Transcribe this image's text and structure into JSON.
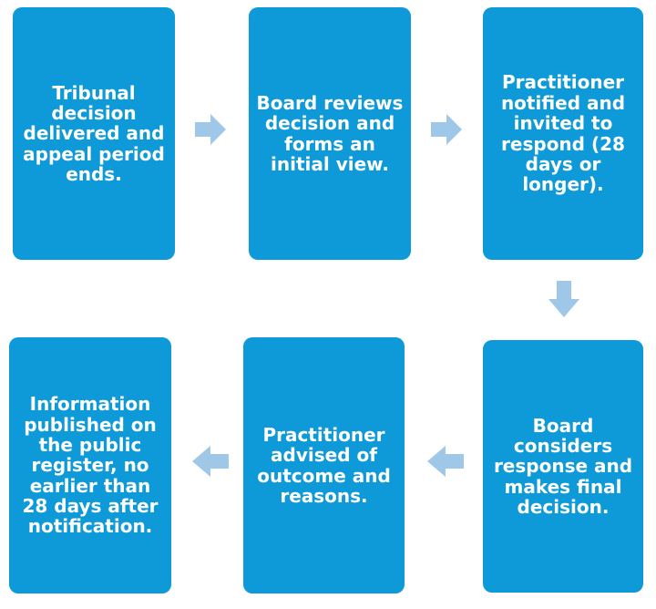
{
  "steps": [
    {
      "label": "Tribunal decision delivered and appeal period ends."
    },
    {
      "label": "Board reviews decision and forms an initial view."
    },
    {
      "label": "Practitioner notified and invited to respond (28 days or longer)."
    },
    {
      "label": "Board considers response and makes final decision."
    },
    {
      "label": "Practitioner advised of outcome and reasons."
    },
    {
      "label": "Information published on the public register, no earlier than 28 days after notification."
    }
  ],
  "colors": {
    "box": "#0e9ad8",
    "text": "#ffffff",
    "arrow": "#9fc7e8"
  }
}
